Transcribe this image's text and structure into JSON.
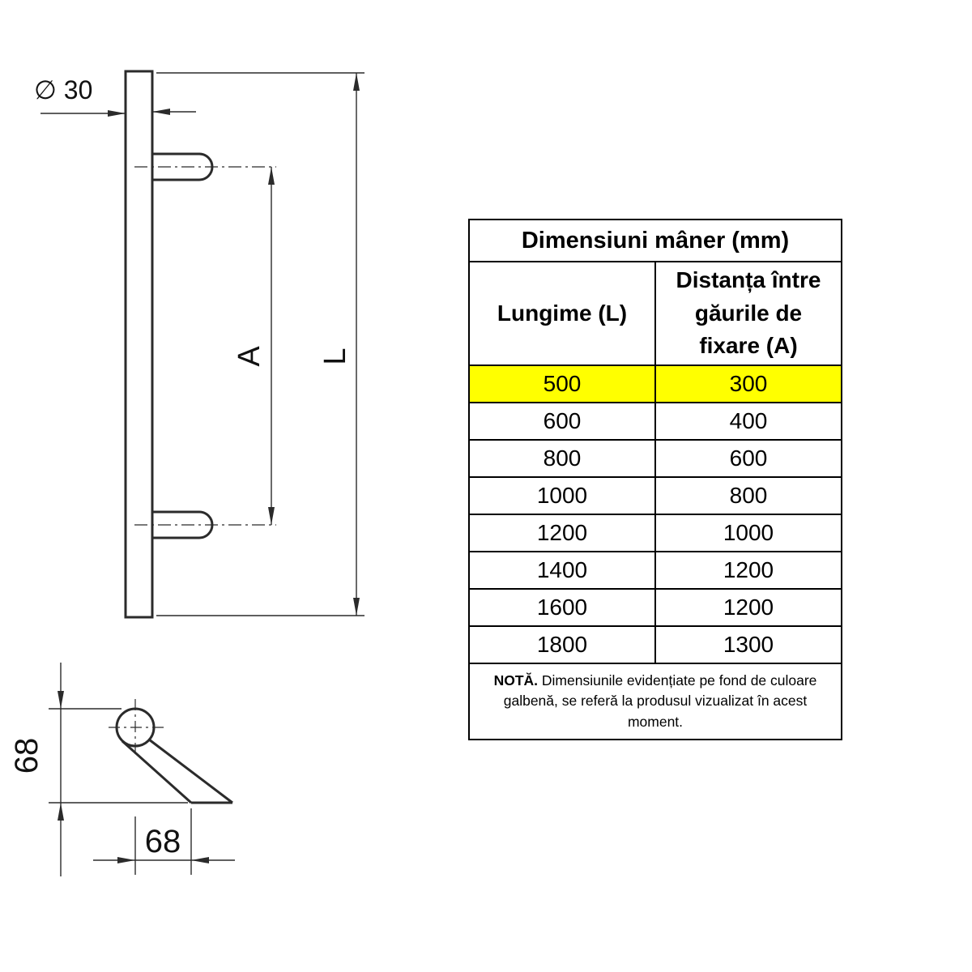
{
  "drawing": {
    "diameter": "∅ 30",
    "label_a": "A",
    "label_l": "L",
    "height_68": "68",
    "width_68": "68"
  },
  "table": {
    "title": "Dimensiuni mâner (mm)",
    "columns": [
      "Lungime (L)",
      "Distanța între găurile de fixare (A)"
    ],
    "rows": [
      {
        "l": "500",
        "a": "300",
        "highlight": true
      },
      {
        "l": "600",
        "a": "400",
        "highlight": false
      },
      {
        "l": "800",
        "a": "600",
        "highlight": false
      },
      {
        "l": "1000",
        "a": "800",
        "highlight": false
      },
      {
        "l": "1200",
        "a": "1000",
        "highlight": false
      },
      {
        "l": "1400",
        "a": "1200",
        "highlight": false
      },
      {
        "l": "1600",
        "a": "1200",
        "highlight": false
      },
      {
        "l": "1800",
        "a": "1300",
        "highlight": false
      }
    ],
    "note_label": "NOTĂ.",
    "note_text": "Dimensiunile evidențiate pe fond de culoare galbenă, se referă la produsul vizualizat în acest moment.",
    "highlight_color": "#ffff00"
  }
}
